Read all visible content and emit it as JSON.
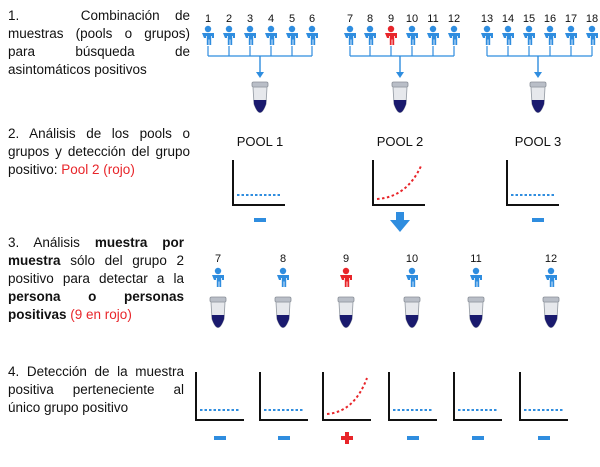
{
  "colors": {
    "person": "#2f8ddf",
    "positive": "#e8252a",
    "tube_liquid": "#1a1a6e",
    "arrow": "#2f8ddf",
    "dotted": "#2f8ddf"
  },
  "steps": {
    "s1": {
      "text": "1.    Combinación de muestras (pools o grupos) para búsqueda de asintomáticos positivos"
    },
    "s2": {
      "prefix": "2. Análisis de los pools o grupos y detección del grupo positivo: ",
      "highlight": "Pool 2 (rojo)"
    },
    "s3": {
      "p1": "3. Análisis ",
      "b1": "muestra por muestra",
      "p2": " sólo del grupo 2 positivo para detectar a la ",
      "b2": "persona o personas positivas",
      "highlight": " (9 en rojo)"
    },
    "s4": {
      "text": "4. Detección de la muestra positiva perteneciente al único grupo positivo"
    }
  },
  "groups": [
    {
      "numbers": [
        "1",
        "2",
        "3",
        "4",
        "5",
        "6"
      ],
      "positive_index": -1,
      "pool_label": "POOL 1",
      "result": "negative"
    },
    {
      "numbers": [
        "7",
        "8",
        "9",
        "10",
        "11",
        "12"
      ],
      "positive_index": 2,
      "pool_label": "POOL 2",
      "result": "positive"
    },
    {
      "numbers": [
        "13",
        "14",
        "15",
        "16",
        "17",
        "18"
      ],
      "positive_index": -1,
      "pool_label": "POOL 3",
      "result": "negative"
    }
  ],
  "individual": {
    "numbers": [
      "7",
      "8",
      "9",
      "10",
      "11",
      "12"
    ],
    "positive_index": 2
  },
  "signs": {
    "negative": "−",
    "positive": "+"
  }
}
